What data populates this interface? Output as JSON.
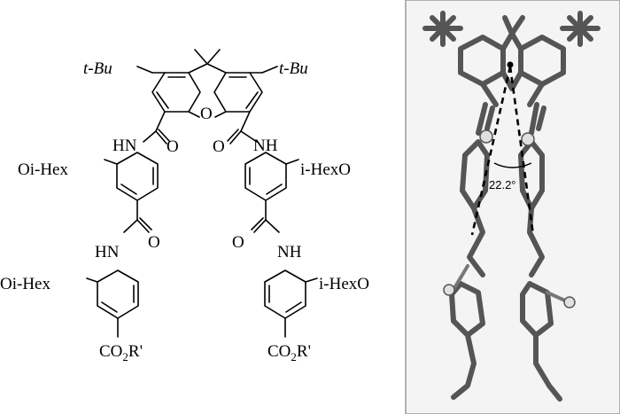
{
  "chemical_structure": {
    "labels": {
      "tbu_left": "t-Bu",
      "tbu_right": "t-Bu",
      "oxygen": "O",
      "hn_1": "HN",
      "nh_1": "NH",
      "carbonyl_o_1": "O",
      "carbonyl_o_2": "O",
      "oihex_1": "Oi-Hex",
      "ihexo_1": "i-HexO",
      "carbonyl_o_3": "O",
      "carbonyl_o_4": "O",
      "hn_2": "HN",
      "nh_2": "NH",
      "oihex_2": "Oi-Hex",
      "ihexo_2": "i-HexO",
      "ester_left": "CO2R'",
      "ester_right": "CO2R'"
    }
  },
  "molecular_model": {
    "angle_label": "22.2°"
  }
}
